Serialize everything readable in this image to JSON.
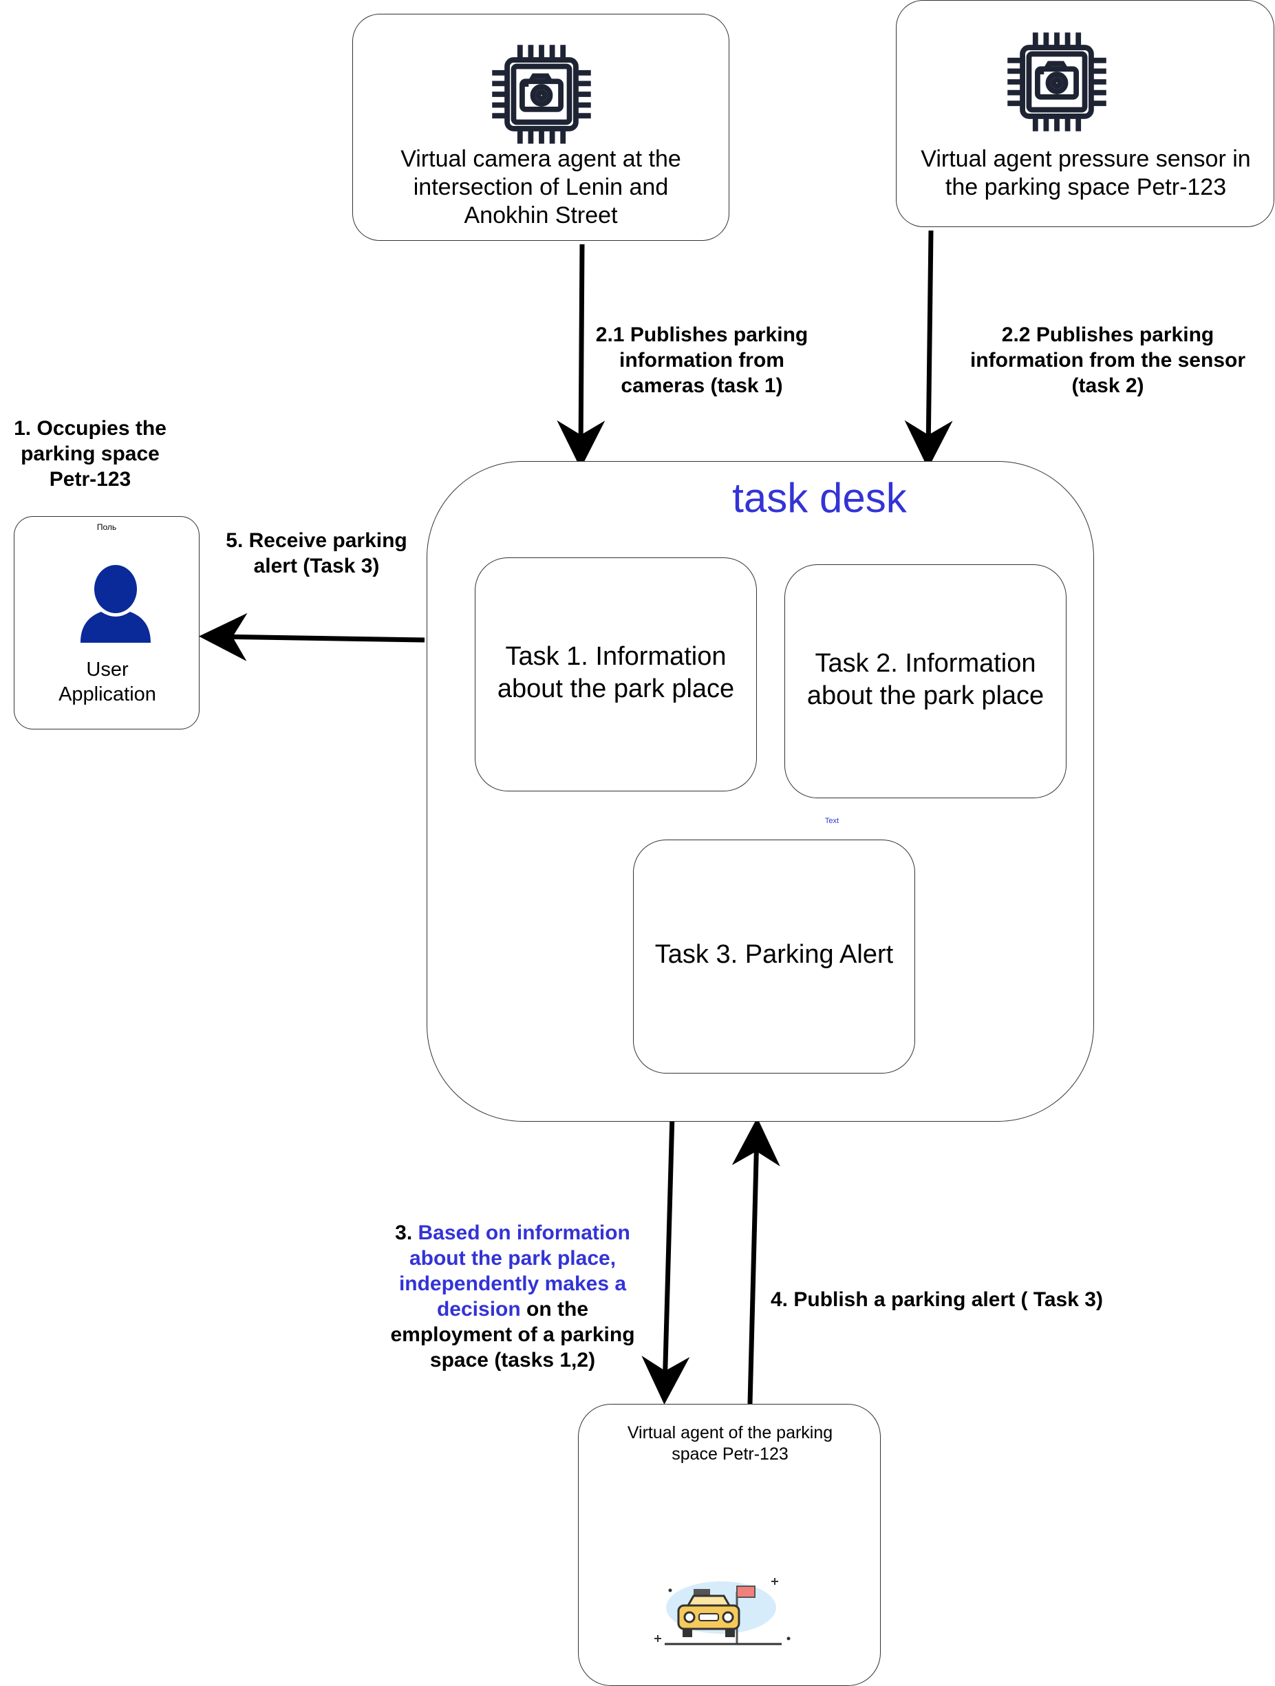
{
  "camera_agent": {
    "text": "Virtual camera agent at the intersection of Lenin and Anokhin Street"
  },
  "sensor_agent": {
    "text": "Virtual agent pressure sensor in the parking space Petr-123"
  },
  "label_2_1": "2.1 Publishes parking information from cameras (task 1)",
  "label_2_2": "2.2 Publishes parking information from the sensor (task 2)",
  "label_1": "1. Occupies the parking space Petr-123",
  "user_app": {
    "tag": "Поль",
    "label": "User Application"
  },
  "label_5": "5. Receive parking alert (Task 3)",
  "task_desk": {
    "title": "task desk",
    "task1": "Task 1. Information about the park place",
    "task2": "Task 2. Information about the park place",
    "text_tag": "Text",
    "task3": "Task 3. Parking Alert"
  },
  "label_3": {
    "number": "3. ",
    "highlight": "Based on information about the park place, independently makes a decision",
    "rest": " on the employment of a parking space (tasks 1,2)"
  },
  "label_4": "4. Publish a parking alert ( Task 3)",
  "parking_agent": {
    "text": "Virtual agent of the parking space Petr-123"
  },
  "colors": {
    "accent": "#3333d6",
    "user_icon": "#0a2a9a",
    "stroke": "#000000"
  },
  "icons": [
    "camera-chip-icon",
    "camera-chip-icon",
    "user-icon",
    "car-parking-icon"
  ]
}
